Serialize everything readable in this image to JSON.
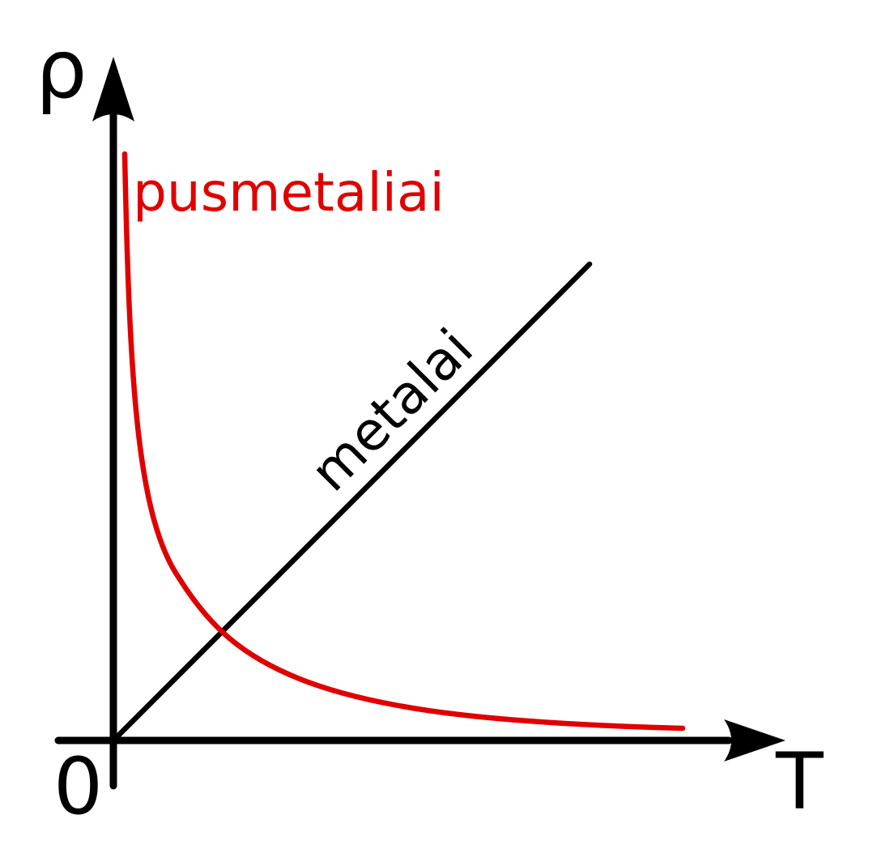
{
  "diagram": {
    "y_axis_label": "ρ",
    "x_axis_label": "T",
    "origin_label": "0",
    "series": [
      {
        "name": "metalai",
        "color": "#000000",
        "shape": "linear"
      },
      {
        "name": "pusmetaliai",
        "color": "#e00000",
        "shape": "decreasing"
      }
    ]
  }
}
